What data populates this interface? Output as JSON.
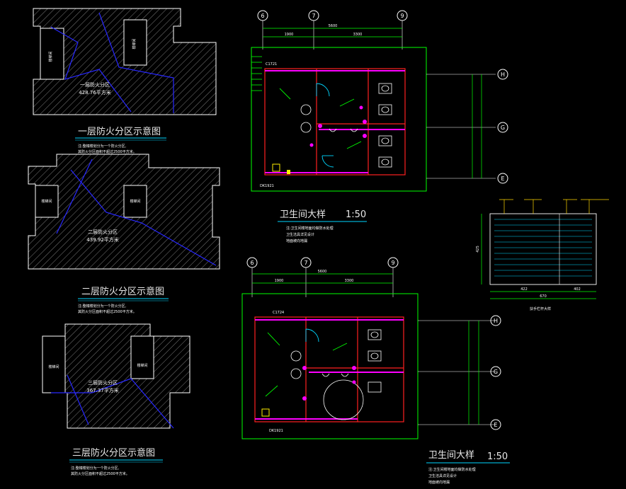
{
  "colors": {
    "background": "#000000",
    "outline": "#ffffff",
    "hatch": "#8a8a8a",
    "wall_green": "#00ff00",
    "wall_red": "#ff2020",
    "pipe_blue": "#2828ff",
    "pipe_magenta": "#ff00ff",
    "cyan_rule": "#00d6ff",
    "yellow": "#ffee00",
    "annotation_yellow": "#ffd700"
  },
  "fire_zone_plans": [
    {
      "title": "一层防火分区示意图",
      "area_label": "一层防火分区",
      "area_value": "428.76平方米",
      "note_1": "注:整幢楼划分为一个防火分区,",
      "note_2": "其防火分区面积不超过2500平方米。",
      "room_left": "楼梯间",
      "room_right": "楼梯间"
    },
    {
      "title": "二层防火分区示意图",
      "area_label": "二层防火分区",
      "area_value": "439.92平方米",
      "note_1": "注:整幢楼划分为一个防火分区,",
      "note_2": "其防火分区面积不超过2500平方米。",
      "room_left": "楼梯间",
      "room_right": "楼梯间"
    },
    {
      "title": "三层防火分区示意图",
      "area_label": "三层防火分区",
      "area_value": "367.37平方米",
      "note_1": "注:整幢楼划分为一个防火分区,",
      "note_2": "其防火分区面积不超过2500平方米。",
      "room_left": "楼梯间",
      "room_right": "楼梯间"
    }
  ],
  "toilet_plans": [
    {
      "title": "卫生间大样",
      "scale": "1:50",
      "axis_top": [
        "6",
        "7",
        "9"
      ],
      "axis_right": [
        "H",
        "G",
        "E"
      ],
      "dim_total": "5600",
      "dim_a": "1900",
      "dim_b": "3300",
      "door_code": "DK1921",
      "window_code": "C1721",
      "note_1": "注:卫生间楼地面均做防水处理",
      "note_2": "卫生洁具详见设计",
      "note_3": "地面坡向地漏"
    },
    {
      "title": "卫生间大样",
      "scale": "1:50",
      "axis_top": [
        "6",
        "7",
        "9"
      ],
      "axis_right": [
        "H",
        "G",
        "E"
      ],
      "dim_total": "5600",
      "dim_a": "1900",
      "dim_b": "3300",
      "door_code": "DK1921",
      "window_code": "C1724",
      "note_1": "注:卫生间楼地面均做防水处理",
      "note_2": "卫生洁具详见设计",
      "note_3": "地面坡向地漏"
    }
  ],
  "stair_detail": {
    "title": "扶手栏杆大样",
    "dim_bottom": "670",
    "dim_a": "422",
    "dim_b": "402",
    "dim_side": "425"
  }
}
